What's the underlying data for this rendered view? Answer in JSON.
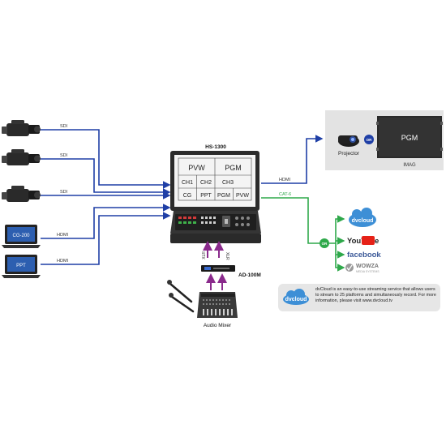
{
  "inputs": {
    "camera_connection": "SDI",
    "laptop1_screen": "CG-200",
    "laptop2_screen": "PPT",
    "laptop_connection": "HDMI"
  },
  "switcher": {
    "title": "HS-1300",
    "multiview": [
      "PVW",
      "PGM",
      "CH1",
      "CH2",
      "CH3",
      "CG",
      "PPT",
      "PGM",
      "PVW"
    ],
    "hdmi_out": "HDMI",
    "cat6_out": "CAT-6"
  },
  "audio": {
    "xlr_left": "XLR",
    "xlr_right": "XLR",
    "converter": "AD-100M",
    "mixer": "Audio Mixer"
  },
  "display": {
    "projector": "Projector",
    "or": "OR",
    "screen": "PGM",
    "caption": "IMAG"
  },
  "streaming": {
    "or": "OR",
    "platforms": [
      "dvcloud",
      "YouTube",
      "facebook",
      "WOWZA"
    ],
    "wowza_sub": "MEDIA SYSTEMS",
    "card_logo": "dvcloud",
    "card_text": "dvCloud is an easy-to-use streaming service that allows users to stream to 25 platforms and simultaneously record. For more information, please visit www.dvcloud.tv"
  },
  "colors": {
    "sdi_line": "#1f3fa6",
    "hdmi_line": "#1f3fa6",
    "cat6_line": "#2ea84a",
    "audio_line": "#8a2a8c",
    "dvcloud_blue": "#3d8fd6"
  }
}
